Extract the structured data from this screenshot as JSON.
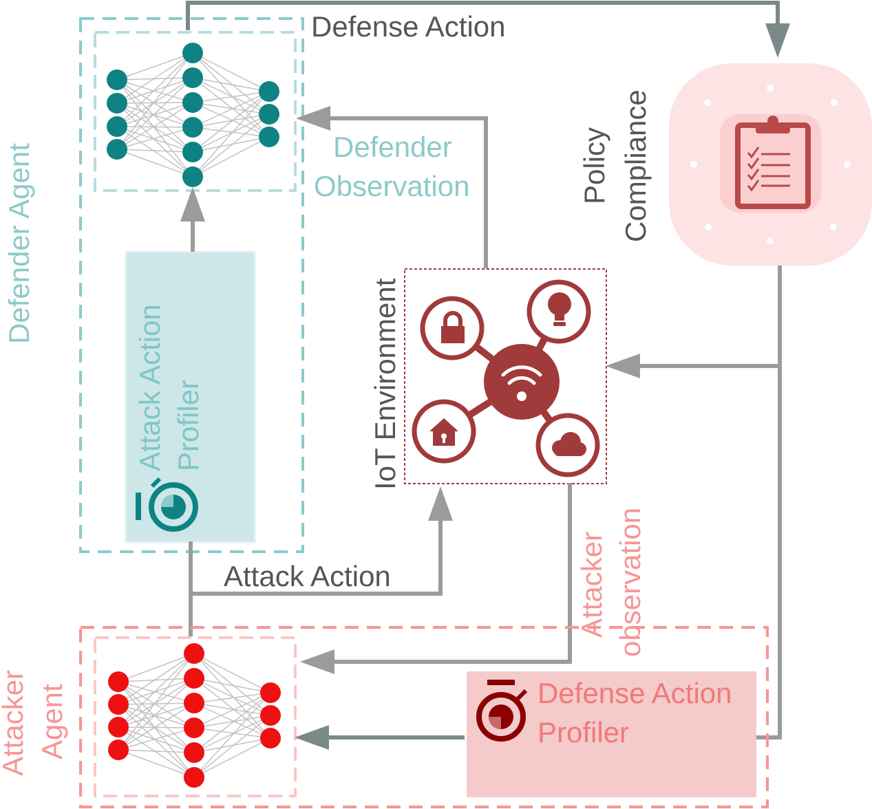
{
  "labels": {
    "defense_action": "Defense Action",
    "defender_observation_line1": "Defender",
    "defender_observation_line2": "Observation",
    "defender_agent": "Defender Agent",
    "attack_action_profiler_line1": "Attack Action",
    "attack_action_profiler_line2": "Profiler",
    "policy_compliance_line1": "Policy",
    "policy_compliance_line2": "Compliance",
    "iot_environment": "IoT Environment",
    "attack_action": "Attack Action",
    "attacker_observation_line1": "Attacker",
    "attacker_observation_line2": "observation",
    "defense_action_profiler_line1": "Defense Action",
    "defense_action_profiler_line2": "Profiler",
    "attacker_agent_line1": "Attacker",
    "attacker_agent_line2": "Agent"
  },
  "icons": {
    "clipboard": "clipboard-checklist-icon",
    "lock": "lock-icon",
    "bulb": "lightbulb-icon",
    "wifi": "wifi-hub-icon",
    "home": "home-icon",
    "cloud": "cloud-icon",
    "stopwatch": "stopwatch-icon"
  },
  "colors": {
    "teal": "#0f8383",
    "teal_light": "#8ccaca",
    "teal_fill": "#cde6e8",
    "red": "#ee1111",
    "pink": "#f79595",
    "pink_fill": "#f5caca",
    "maroon": "#a13a3a",
    "gray": "#9b9b9b",
    "text_gray": "#555555"
  }
}
